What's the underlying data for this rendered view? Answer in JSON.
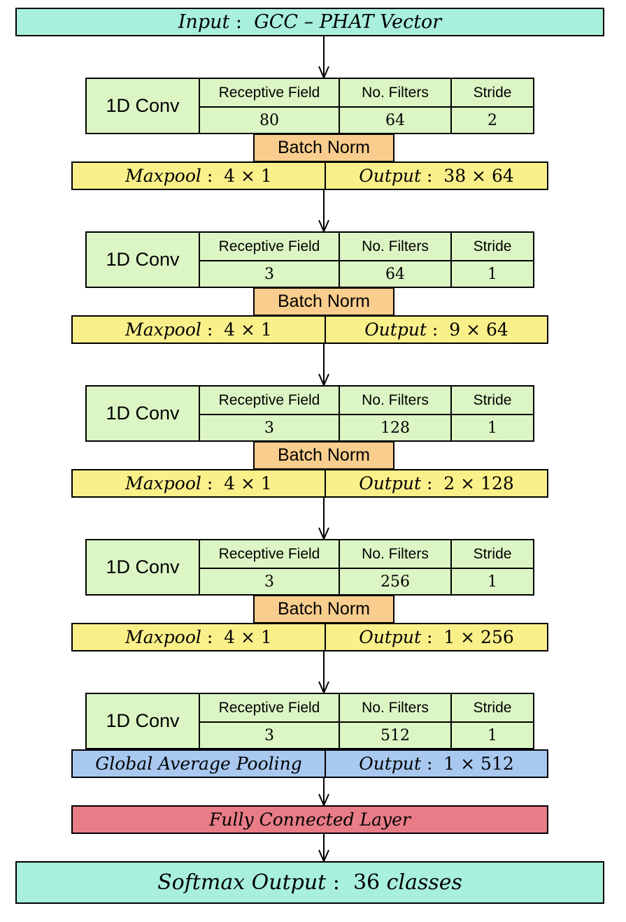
{
  "input": {
    "label": "Input",
    "sep": " :  ",
    "value": "GCC – PHAT Vector"
  },
  "headers": {
    "receptive_field": "Receptive Field",
    "no_filters": "No. Filters",
    "stride": "Stride"
  },
  "conv_label": "1D Conv",
  "batch_norm_label": "Batch Norm",
  "maxpool_label": "Maxpool",
  "output_label": "Output",
  "colon": " :  ",
  "blocks": [
    {
      "rf": "80",
      "filters": "64",
      "stride": "2",
      "maxpool": "4 × 1",
      "output": "38 × 64"
    },
    {
      "rf": "3",
      "filters": "64",
      "stride": "1",
      "maxpool": "4 × 1",
      "output": "9 × 64"
    },
    {
      "rf": "3",
      "filters": "128",
      "stride": "1",
      "maxpool": "4 × 1",
      "output": "2 × 128"
    },
    {
      "rf": "3",
      "filters": "256",
      "stride": "1",
      "maxpool": "4 × 1",
      "output": "1 × 256"
    },
    {
      "rf": "3",
      "filters": "512",
      "stride": "1"
    }
  ],
  "gap": {
    "label": "Global Average Pooling",
    "output": "1 × 512"
  },
  "fc": {
    "label": "Fully Connected Layer"
  },
  "softmax": {
    "label": "Softmax Output",
    "sep": " :  ",
    "count": "36",
    "unit": "classes"
  },
  "colors": {
    "io": "#a8f0dc",
    "conv": "#dcf5c4",
    "batch_norm": "#f8cd8d",
    "pool": "#faf08a",
    "gap": "#a8c8f0",
    "fc": "#e87d88"
  }
}
